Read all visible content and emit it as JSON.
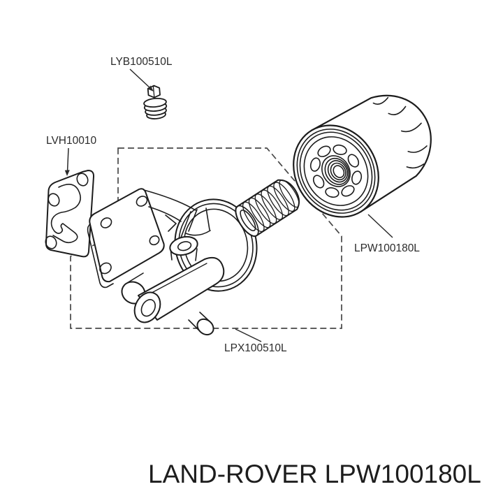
{
  "colors": {
    "background": "#ffffff",
    "line": "#1c1c1c",
    "dash": "#474747",
    "label_text": "#2b2b2b",
    "caption_text": "#1d1d1d"
  },
  "part_labels": {
    "plug": "LYB100510L",
    "gasket": "LVH10010",
    "filter": "LPW100180L",
    "housing_kit": "LPX100510L"
  },
  "caption": {
    "brand": "LAND-ROVER",
    "part_number": "LPW100180L"
  }
}
